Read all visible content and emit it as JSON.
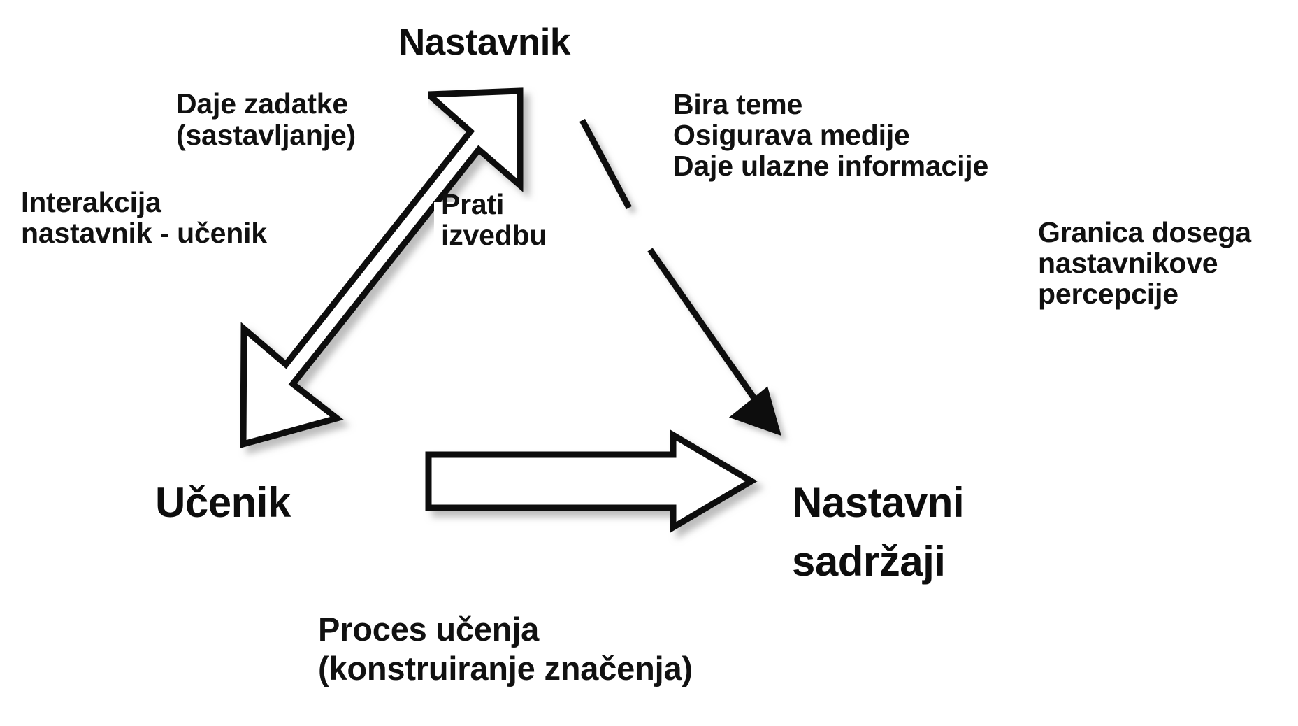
{
  "diagram": {
    "title": "Nastavnik",
    "nodes": {
      "teacher": "Nastavnik",
      "student": "Učenik",
      "content_line1": "Nastavni",
      "content_line2": "sadržaji"
    },
    "edge_labels": {
      "gives_tasks_line1": "Daje zadatke",
      "gives_tasks_line2": "(sastavljanje)",
      "interaction_line1": "Interakcija",
      "interaction_line2": "nastavnik - učenik",
      "monitors_line1": "Prati",
      "monitors_line2": "izvedbu",
      "selects_line1": "Bira teme",
      "selects_line2": "Osigurava medije",
      "selects_line3": "Daje ulazne informacije",
      "perception_line1": "Granica dosega",
      "perception_line2": "nastavnikove",
      "perception_line3": "percepcije",
      "learning_line1": "Proces učenja",
      "learning_line2": "(konstruiranje značenja)"
    },
    "shapes": {
      "dashed_boundary_name": "perception-boundary-dashed-line",
      "double_arrow_name": "teacher-student-double-arrow",
      "thin_arrow_name": "teacher-to-content-arrow",
      "block_arrow_name": "student-to-content-block-arrow"
    },
    "colors": {
      "background": "#ffffff",
      "stroke": "#111111",
      "text": "#111111",
      "shadow": "#c8c8c8"
    }
  }
}
